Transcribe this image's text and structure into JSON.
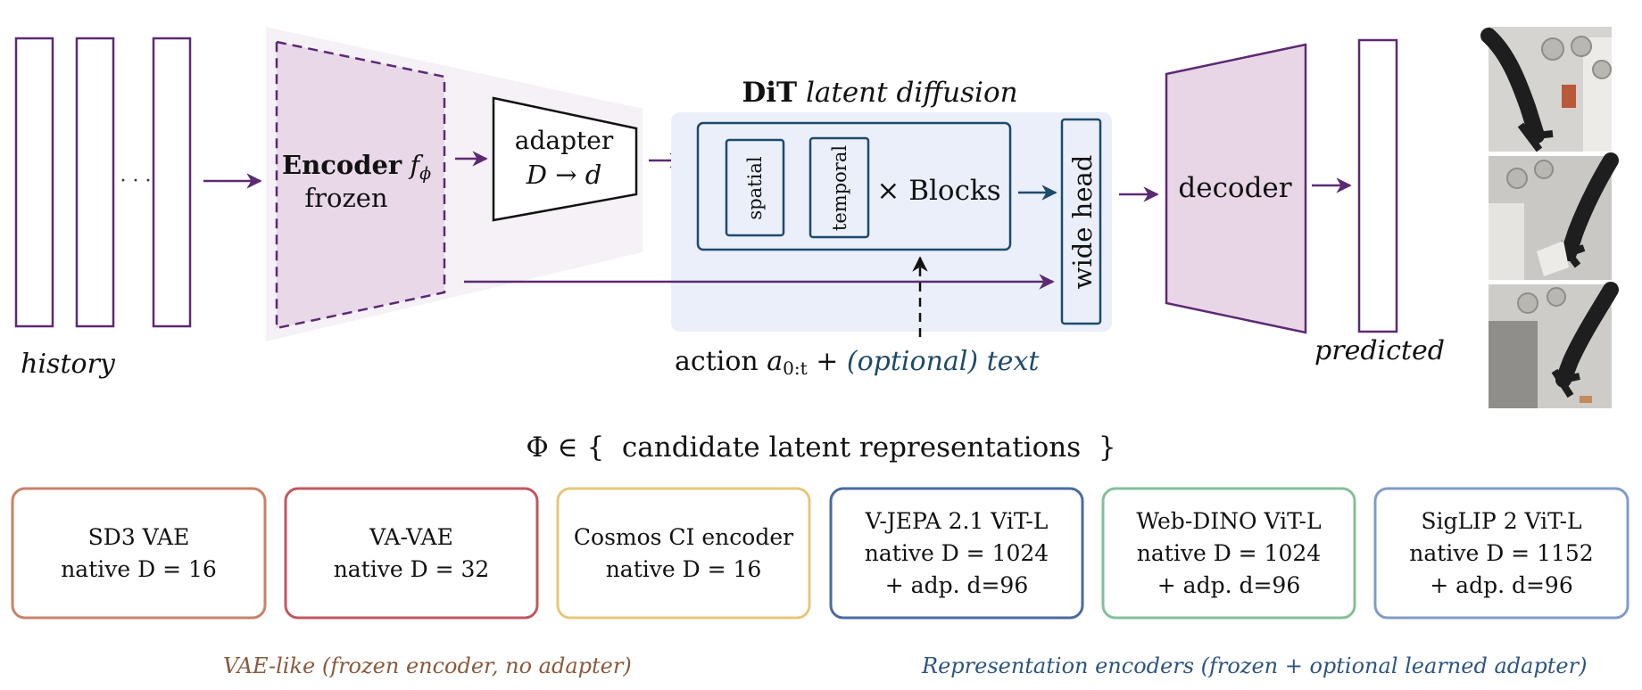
{
  "history": {
    "label": "history",
    "ellipsis": "· · ·"
  },
  "encoder": {
    "title": "Encoder",
    "symbol": "f",
    "subscript": "ϕ",
    "subtitle": "frozen"
  },
  "adapter": {
    "title": "adapter",
    "mapping": "D → d"
  },
  "dit": {
    "title": "DiT",
    "subtitle": "latent diffusion",
    "spatial": "spatial",
    "temporal": "temporal",
    "blocks": "× Blocks",
    "head": "wide head"
  },
  "conditioning": {
    "action": "action",
    "symbol": "a",
    "subscript": "0:t",
    "plus": "+",
    "optional_text": "(optional) text"
  },
  "decoder": {
    "label": "decoder"
  },
  "predicted": {
    "label": "predicted"
  },
  "candidates": {
    "heading": "Φ ∈ {  candidate latent representations  }",
    "items": [
      {
        "name": "SD3 VAE",
        "native": "native D = 16",
        "adapter": "",
        "color": "#c8826a"
      },
      {
        "name": "VA-VAE",
        "native": "native D = 32",
        "adapter": "",
        "color": "#c0575f"
      },
      {
        "name": "Cosmos CI encoder",
        "native": "native D = 16",
        "adapter": "",
        "color": "#e6c77a"
      },
      {
        "name": "V-JEPA 2.1 ViT-L",
        "native": "native D = 1024",
        "adapter": "+ adp. d=96",
        "color": "#4a6aa0"
      },
      {
        "name": "Web-DINO ViT-L",
        "native": "native D = 1024",
        "adapter": "+ adp. d=96",
        "color": "#84bf99"
      },
      {
        "name": "SigLIP 2 ViT-L",
        "native": "native D = 1152",
        "adapter": "+ adp. d=96",
        "color": "#7f9cc6"
      }
    ]
  },
  "groups": {
    "vae_like": "VAE-like (frozen encoder, no adapter)",
    "representation": "Representation encoders (frozen + optional learned adapter)"
  },
  "colors": {
    "purple": "#5b2a73",
    "navy": "#1e4a6b",
    "encoder_fill": "#e8d8e8",
    "dit_fill": "#eaeffa",
    "decoder_fill": "#e8d6e6",
    "vae_text": "#8a5a3c",
    "rep_text": "#2d5580"
  }
}
